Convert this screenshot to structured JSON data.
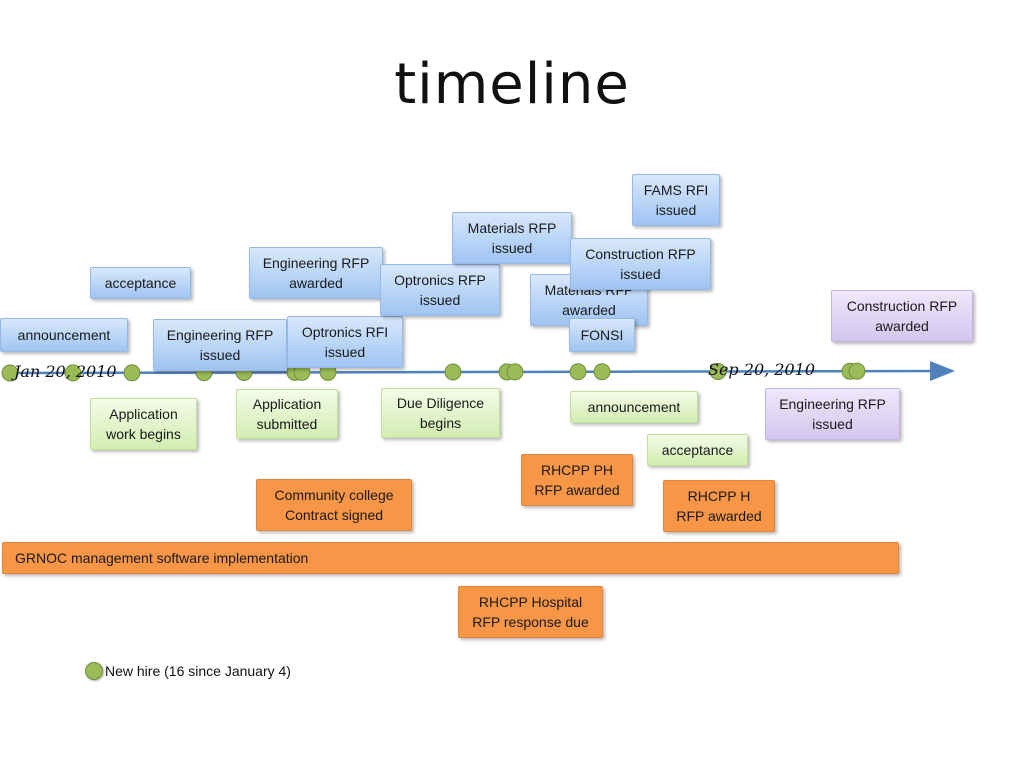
{
  "title": "timeline",
  "axis": {
    "start_label": "Jan 20, 2010",
    "end_label": "Sep 20, 2010",
    "line_color": "#4f81bd",
    "dot_color": "#9bbb59"
  },
  "events_above": [
    {
      "id": "announcement-1",
      "text": "announcement",
      "color": "blue"
    },
    {
      "id": "acceptance-1",
      "text": "acceptance",
      "color": "blue"
    },
    {
      "id": "engineering-rfp-issued-1",
      "text": "Engineering RFP\nissued",
      "color": "blue"
    },
    {
      "id": "engineering-rfp-awarded-1",
      "text": "Engineering RFP\nawarded",
      "color": "blue"
    },
    {
      "id": "optronics-rfi-issued",
      "text": "Optronics RFI\nissued",
      "color": "blue"
    },
    {
      "id": "optronics-rfp-issued",
      "text": "Optronics RFP\nissued",
      "color": "blue"
    },
    {
      "id": "materials-rfp-issued",
      "text": "Materials RFP\nissued",
      "color": "blue"
    },
    {
      "id": "materials-rfp-awarded",
      "text": "Materials RFP\nawarded",
      "color": "blue"
    },
    {
      "id": "fonsi",
      "text": "FONSI",
      "color": "blue"
    },
    {
      "id": "construction-rfp-issued",
      "text": "Construction RFP\nissued",
      "color": "blue"
    },
    {
      "id": "fams-rfi-issued",
      "text": "FAMS RFI\nissued",
      "color": "blue"
    },
    {
      "id": "construction-rfp-awarded",
      "text": "Construction RFP\nawarded",
      "color": "purple"
    }
  ],
  "events_below": [
    {
      "id": "application-work-begins",
      "text": "Application\nwork begins",
      "color": "green"
    },
    {
      "id": "application-submitted",
      "text": "Application\nsubmitted",
      "color": "green"
    },
    {
      "id": "due-diligence-begins",
      "text": "Due Diligence\nbegins",
      "color": "green"
    },
    {
      "id": "announcement-2",
      "text": "announcement",
      "color": "green"
    },
    {
      "id": "acceptance-2",
      "text": "acceptance",
      "color": "green"
    },
    {
      "id": "engineering-rfp-issued-2",
      "text": "Engineering RFP\nissued",
      "color": "purple"
    },
    {
      "id": "community-college-contract",
      "text": "Community college\nContract signed",
      "color": "orange"
    },
    {
      "id": "rhcpp-ph-rfp-awarded",
      "text": "RHCPP PH\nRFP awarded",
      "color": "orange"
    },
    {
      "id": "rhcpp-h-rfp-awarded",
      "text": "RHCPP H\nRFP awarded",
      "color": "orange"
    },
    {
      "id": "grnoc-implementation",
      "text": "GRNOC management software implementation",
      "color": "orange"
    },
    {
      "id": "rhcpp-hospital-response-due",
      "text": "RHCPP Hospital\nRFP response due",
      "color": "orange"
    }
  ],
  "legend": {
    "text": "New hire (16 since January 4)",
    "dot_color": "#9bbb59"
  }
}
